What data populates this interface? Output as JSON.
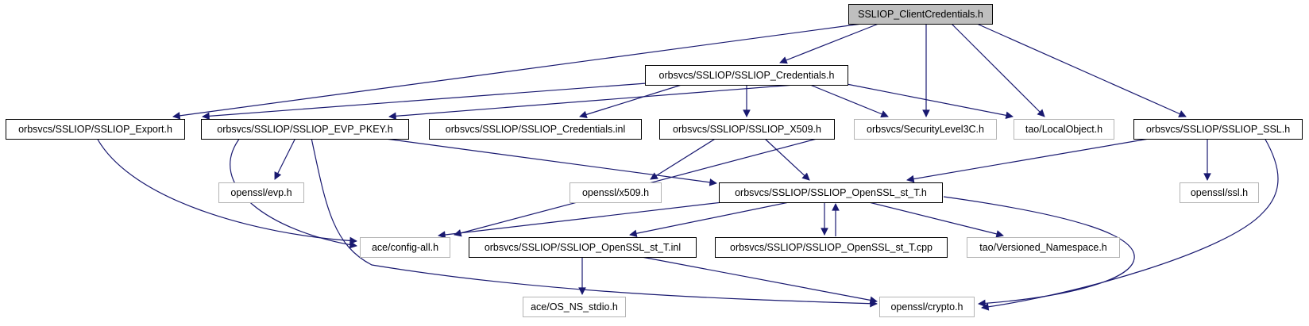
{
  "graph": {
    "title": "SSLIOP_ClientCredentials.h",
    "type": "include-dependency-graph",
    "colors": {
      "edge": "#191970",
      "current_node_fill": "#bfbfbf",
      "internal_node_border": "#000000",
      "external_node_border": "#b4b4b4",
      "node_fill": "#ffffff",
      "text": "#000000"
    },
    "nodes": [
      {
        "id": "client_credentials",
        "label": "SSLIOP_ClientCredentials.h",
        "kind": "current"
      },
      {
        "id": "credentials",
        "label": "orbsvcs/SSLIOP/SSLIOP_Credentials.h",
        "kind": "linked"
      },
      {
        "id": "export",
        "label": "orbsvcs/SSLIOP/SSLIOP_Export.h",
        "kind": "linked"
      },
      {
        "id": "evp_pkey",
        "label": "orbsvcs/SSLIOP/SSLIOP_EVP_PKEY.h",
        "kind": "linked"
      },
      {
        "id": "credentials_inl",
        "label": "orbsvcs/SSLIOP/SSLIOP_Credentials.inl",
        "kind": "linked"
      },
      {
        "id": "x509",
        "label": "orbsvcs/SSLIOP/SSLIOP_X509.h",
        "kind": "linked"
      },
      {
        "id": "securitylevel3c",
        "label": "orbsvcs/SecurityLevel3C.h",
        "kind": "external"
      },
      {
        "id": "localobject",
        "label": "tao/LocalObject.h",
        "kind": "external"
      },
      {
        "id": "ssl",
        "label": "orbsvcs/SSLIOP/SSLIOP_SSL.h",
        "kind": "linked"
      },
      {
        "id": "openssl_evp",
        "label": "openssl/evp.h",
        "kind": "external"
      },
      {
        "id": "openssl_x509",
        "label": "openssl/x509.h",
        "kind": "external"
      },
      {
        "id": "openssl_st_t_h",
        "label": "orbsvcs/SSLIOP/SSLIOP_OpenSSL_st_T.h",
        "kind": "linked"
      },
      {
        "id": "openssl_ssl",
        "label": "openssl/ssl.h",
        "kind": "external"
      },
      {
        "id": "config_all",
        "label": "ace/config-all.h",
        "kind": "external"
      },
      {
        "id": "openssl_st_t_inl",
        "label": "orbsvcs/SSLIOP/SSLIOP_OpenSSL_st_T.inl",
        "kind": "linked"
      },
      {
        "id": "openssl_st_t_cpp",
        "label": "orbsvcs/SSLIOP/SSLIOP_OpenSSL_st_T.cpp",
        "kind": "linked"
      },
      {
        "id": "versioned_namespace",
        "label": "tao/Versioned_Namespace.h",
        "kind": "external"
      },
      {
        "id": "os_ns_stdio",
        "label": "ace/OS_NS_stdio.h",
        "kind": "external"
      },
      {
        "id": "openssl_crypto",
        "label": "openssl/crypto.h",
        "kind": "external"
      }
    ],
    "edges": [
      {
        "from": "client_credentials",
        "to": "credentials"
      },
      {
        "from": "client_credentials",
        "to": "export"
      },
      {
        "from": "client_credentials",
        "to": "securitylevel3c"
      },
      {
        "from": "client_credentials",
        "to": "localobject"
      },
      {
        "from": "client_credentials",
        "to": "ssl"
      },
      {
        "from": "credentials",
        "to": "export"
      },
      {
        "from": "credentials",
        "to": "evp_pkey"
      },
      {
        "from": "credentials",
        "to": "credentials_inl"
      },
      {
        "from": "credentials",
        "to": "x509"
      },
      {
        "from": "credentials",
        "to": "securitylevel3c"
      },
      {
        "from": "credentials",
        "to": "localobject"
      },
      {
        "from": "export",
        "to": "config_all"
      },
      {
        "from": "evp_pkey",
        "to": "openssl_evp"
      },
      {
        "from": "evp_pkey",
        "to": "config_all"
      },
      {
        "from": "evp_pkey",
        "to": "openssl_crypto"
      },
      {
        "from": "evp_pkey",
        "to": "openssl_st_t_h"
      },
      {
        "from": "x509",
        "to": "openssl_x509"
      },
      {
        "from": "x509",
        "to": "openssl_st_t_h"
      },
      {
        "from": "x509",
        "to": "config_all"
      },
      {
        "from": "ssl",
        "to": "openssl_st_t_h"
      },
      {
        "from": "ssl",
        "to": "openssl_ssl"
      },
      {
        "from": "ssl",
        "to": "openssl_crypto"
      },
      {
        "from": "openssl_st_t_h",
        "to": "config_all"
      },
      {
        "from": "openssl_st_t_h",
        "to": "openssl_st_t_inl"
      },
      {
        "from": "openssl_st_t_h",
        "to": "openssl_st_t_cpp"
      },
      {
        "from": "openssl_st_t_cpp",
        "to": "openssl_st_t_h"
      },
      {
        "from": "openssl_st_t_h",
        "to": "versioned_namespace"
      },
      {
        "from": "openssl_st_t_h",
        "to": "openssl_crypto"
      },
      {
        "from": "openssl_st_t_inl",
        "to": "os_ns_stdio"
      },
      {
        "from": "openssl_st_t_inl",
        "to": "openssl_crypto"
      }
    ]
  }
}
